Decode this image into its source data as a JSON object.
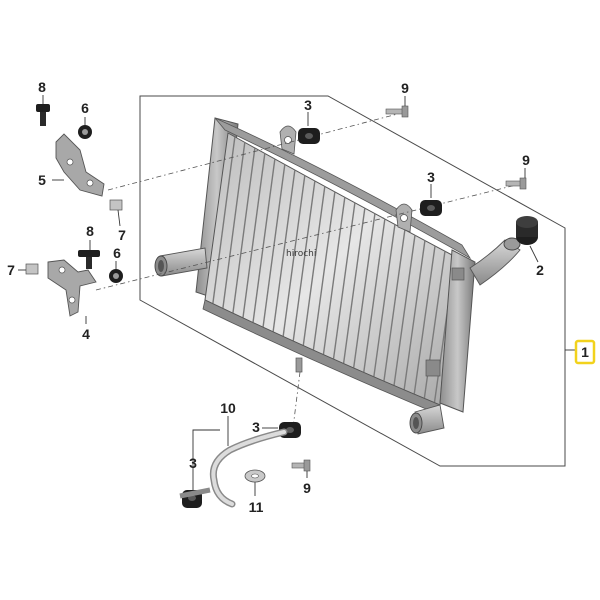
{
  "watermark": "hirochi",
  "callouts": {
    "c1": "1",
    "c2": "2",
    "c3a": "3",
    "c3b": "3",
    "c3c": "3",
    "c3d": "3",
    "c4": "4",
    "c5": "5",
    "c6a": "6",
    "c6b": "6",
    "c7a": "7",
    "c7b": "7",
    "c8a": "8",
    "c8b": "8",
    "c9a": "9",
    "c9b": "9",
    "c9c": "9",
    "c10": "10",
    "c11": "11"
  },
  "colors": {
    "highlight_box": "#f2d21c",
    "metal_dark": "#5c5c5c",
    "metal_light": "#d9d9d9",
    "rubber": "#1e1e1e"
  }
}
